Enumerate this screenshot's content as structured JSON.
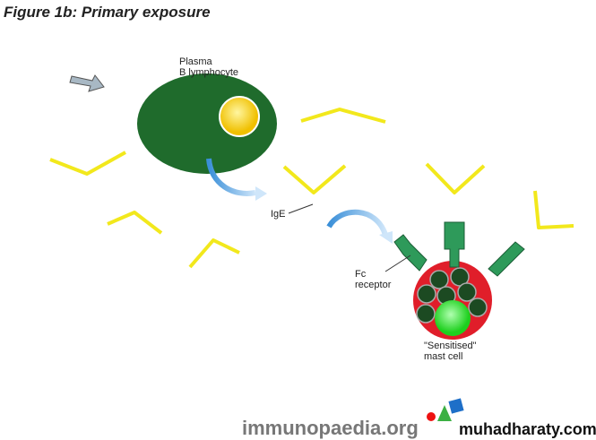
{
  "title": "Figure 1b: Primary exposure",
  "labels": {
    "plasma": "Plasma\nB lymphocyte",
    "ige": "IgE",
    "fc": "Fc\nreceptor",
    "mast": "\"Sensitised\"\nmast cell"
  },
  "watermarks": {
    "logo": "immunopaedia.org",
    "site": "muhadharaty.com"
  },
  "colors": {
    "antibody": "#f2e81c",
    "cell": "#1f6b2c",
    "mast": "#e01e2a",
    "receptor": "#2e9a5a",
    "arrow": "#3a8fd8"
  }
}
